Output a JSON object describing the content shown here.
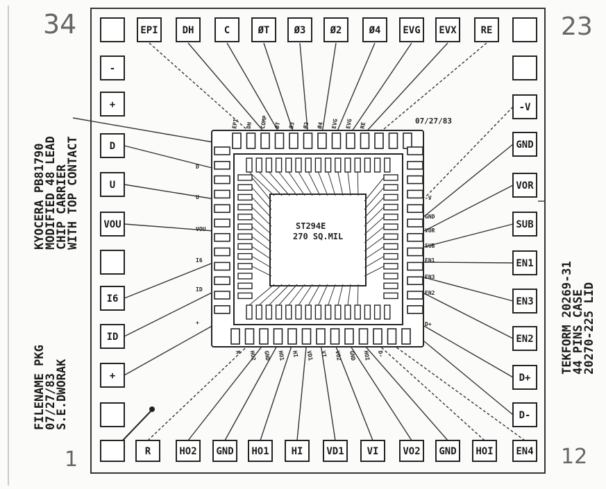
{
  "corner_numbers": {
    "top_left": "34",
    "top_right": "23",
    "bottom_left": "1",
    "bottom_right": "12"
  },
  "top_pads": [
    "",
    "EPI",
    "DH",
    "C",
    "ØT",
    "Ø3",
    "Ø2",
    "Ø4",
    "EVG",
    "EVX",
    "RE",
    ""
  ],
  "bottom_pads": [
    "",
    "R",
    "HO2",
    "GND",
    "HO1",
    "HI",
    "VD1",
    "VI",
    "VO2",
    "GND",
    "HOI",
    "EN4"
  ],
  "left_pads": [
    "-",
    "+",
    "D",
    "U",
    "VOU",
    "",
    "I6",
    "ID",
    "+",
    ""
  ],
  "right_pads": [
    "",
    "-V",
    "GND",
    "VOR",
    "SUB",
    "EN1",
    "EN3",
    "EN2",
    "D+",
    "D-"
  ],
  "left_text": [
    "KYOCERA PB81790",
    "MODIFIED 48 LEAD",
    "CHIP CARRIER",
    "WITH TOP CONTACT"
  ],
  "left_text_lower": [
    "FILENAME PKG",
    "07/27/83",
    "S.E.DWORAK"
  ],
  "right_text": [
    "TEKFORM 20269-31",
    "44 PINS CASE",
    "20270-225 LID"
  ],
  "date_label": "07/27/83",
  "chip": {
    "line1": "ST294E",
    "line2": "270 SQ.MIL"
  },
  "carrier_top_labels": [
    "EPI",
    "DH",
    "COMP",
    "ØT",
    "Ø3",
    "Ø2",
    "Ø4",
    "EVG",
    "EVG",
    "RE"
  ],
  "carrier_bottom_labels": [
    "R",
    "HO2",
    "GND",
    "HO1",
    "HI",
    "VD1",
    "VI",
    "VO2",
    "GND",
    "HOI",
    "D-"
  ],
  "carrier_left_labels": [
    "D",
    "U",
    "VOU",
    "I6",
    "ID",
    "+"
  ],
  "carrier_right_labels": [
    "-V",
    "GND",
    "VOR",
    "SUB",
    "EN1",
    "EN3",
    "EN2",
    "D+"
  ]
}
